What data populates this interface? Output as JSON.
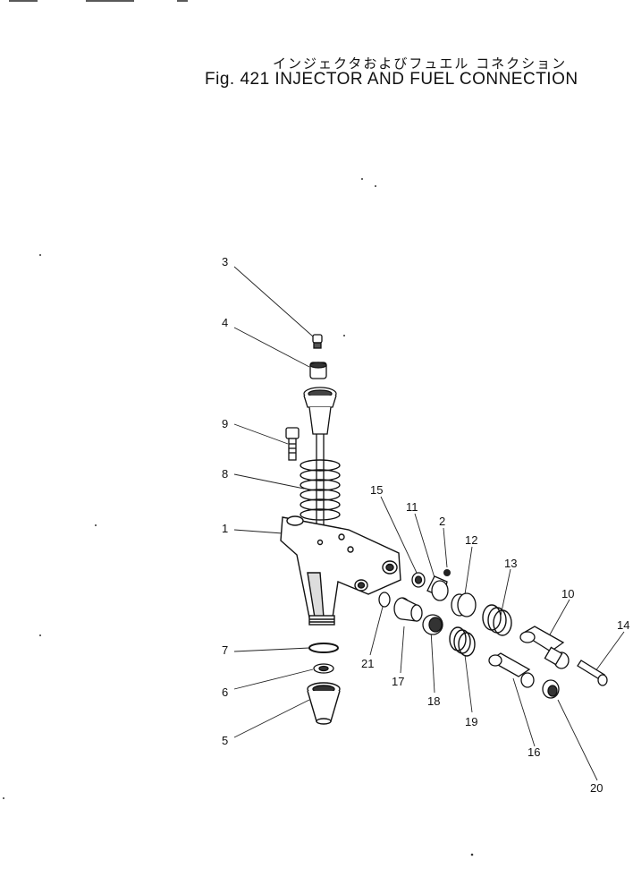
{
  "title_jp": "インジェクタおよびフュエル コネクション",
  "title_en": "Fig. 421 INJECTOR AND FUEL CONNECTION",
  "callouts": {
    "c1": "1",
    "c2": "2",
    "c3": "3",
    "c4": "4",
    "c5": "5",
    "c6": "6",
    "c7": "7",
    "c8": "8",
    "c9": "9",
    "c10": "10",
    "c11": "11",
    "c12": "12",
    "c13": "13",
    "c14": "14",
    "c15": "15",
    "c16": "16",
    "c17": "17",
    "c18": "18",
    "c19": "19",
    "c20": "20",
    "c21": "21"
  }
}
